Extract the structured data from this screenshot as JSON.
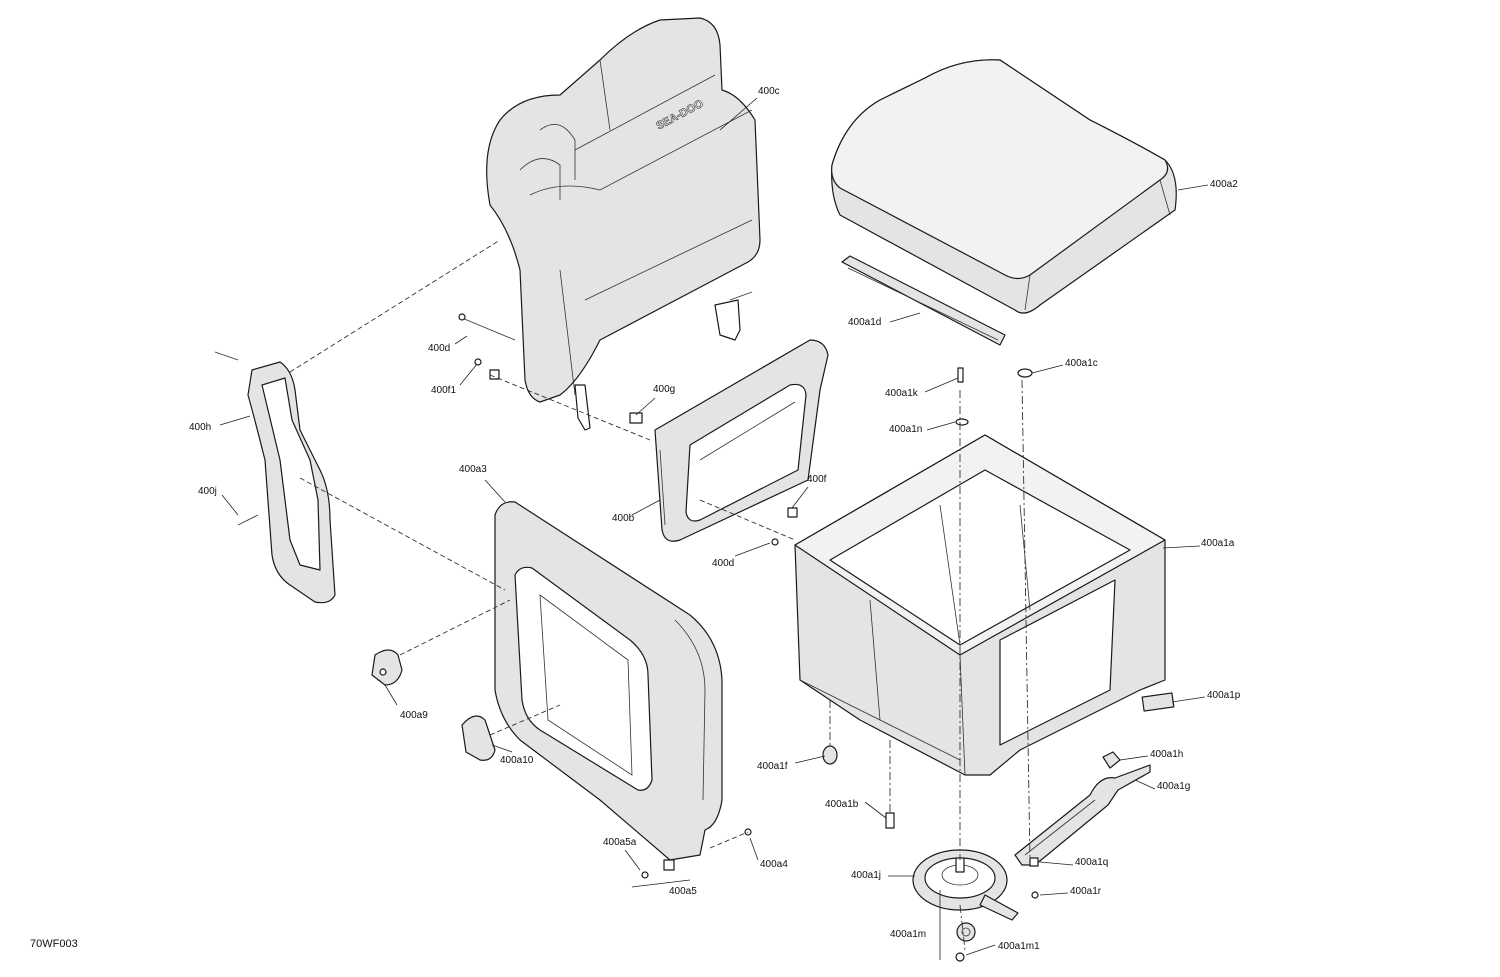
{
  "diagram": {
    "figure_code": "70WF003",
    "brand_mark": "SEA-DOO",
    "labels": {
      "p400c": "400c",
      "p400a2": "400a2",
      "p400a1d": "400a1d",
      "p400d_top": "400d",
      "p400f1": "400f1",
      "p400g": "400g",
      "p400a1c": "400a1c",
      "p400a1k": "400a1k",
      "p400a1n": "400a1n",
      "p400h": "400h",
      "p400j": "400j",
      "p400a3": "400a3",
      "p400f": "400f",
      "p400b": "400b",
      "p400d_mid": "400d",
      "p400a1a": "400a1a",
      "p400a9": "400a9",
      "p400a1p": "400a1p",
      "p400a10": "400a10",
      "p400a1h": "400a1h",
      "p400a1f": "400a1f",
      "p400a1g": "400a1g",
      "p400a1b": "400a1b",
      "p400a5a": "400a5a",
      "p400a4": "400a4",
      "p400a1q": "400a1q",
      "p400a1j": "400a1j",
      "p400a5": "400a5",
      "p400a1r": "400a1r",
      "p400a1m": "400a1m",
      "p400a1m1": "400a1m1"
    }
  }
}
